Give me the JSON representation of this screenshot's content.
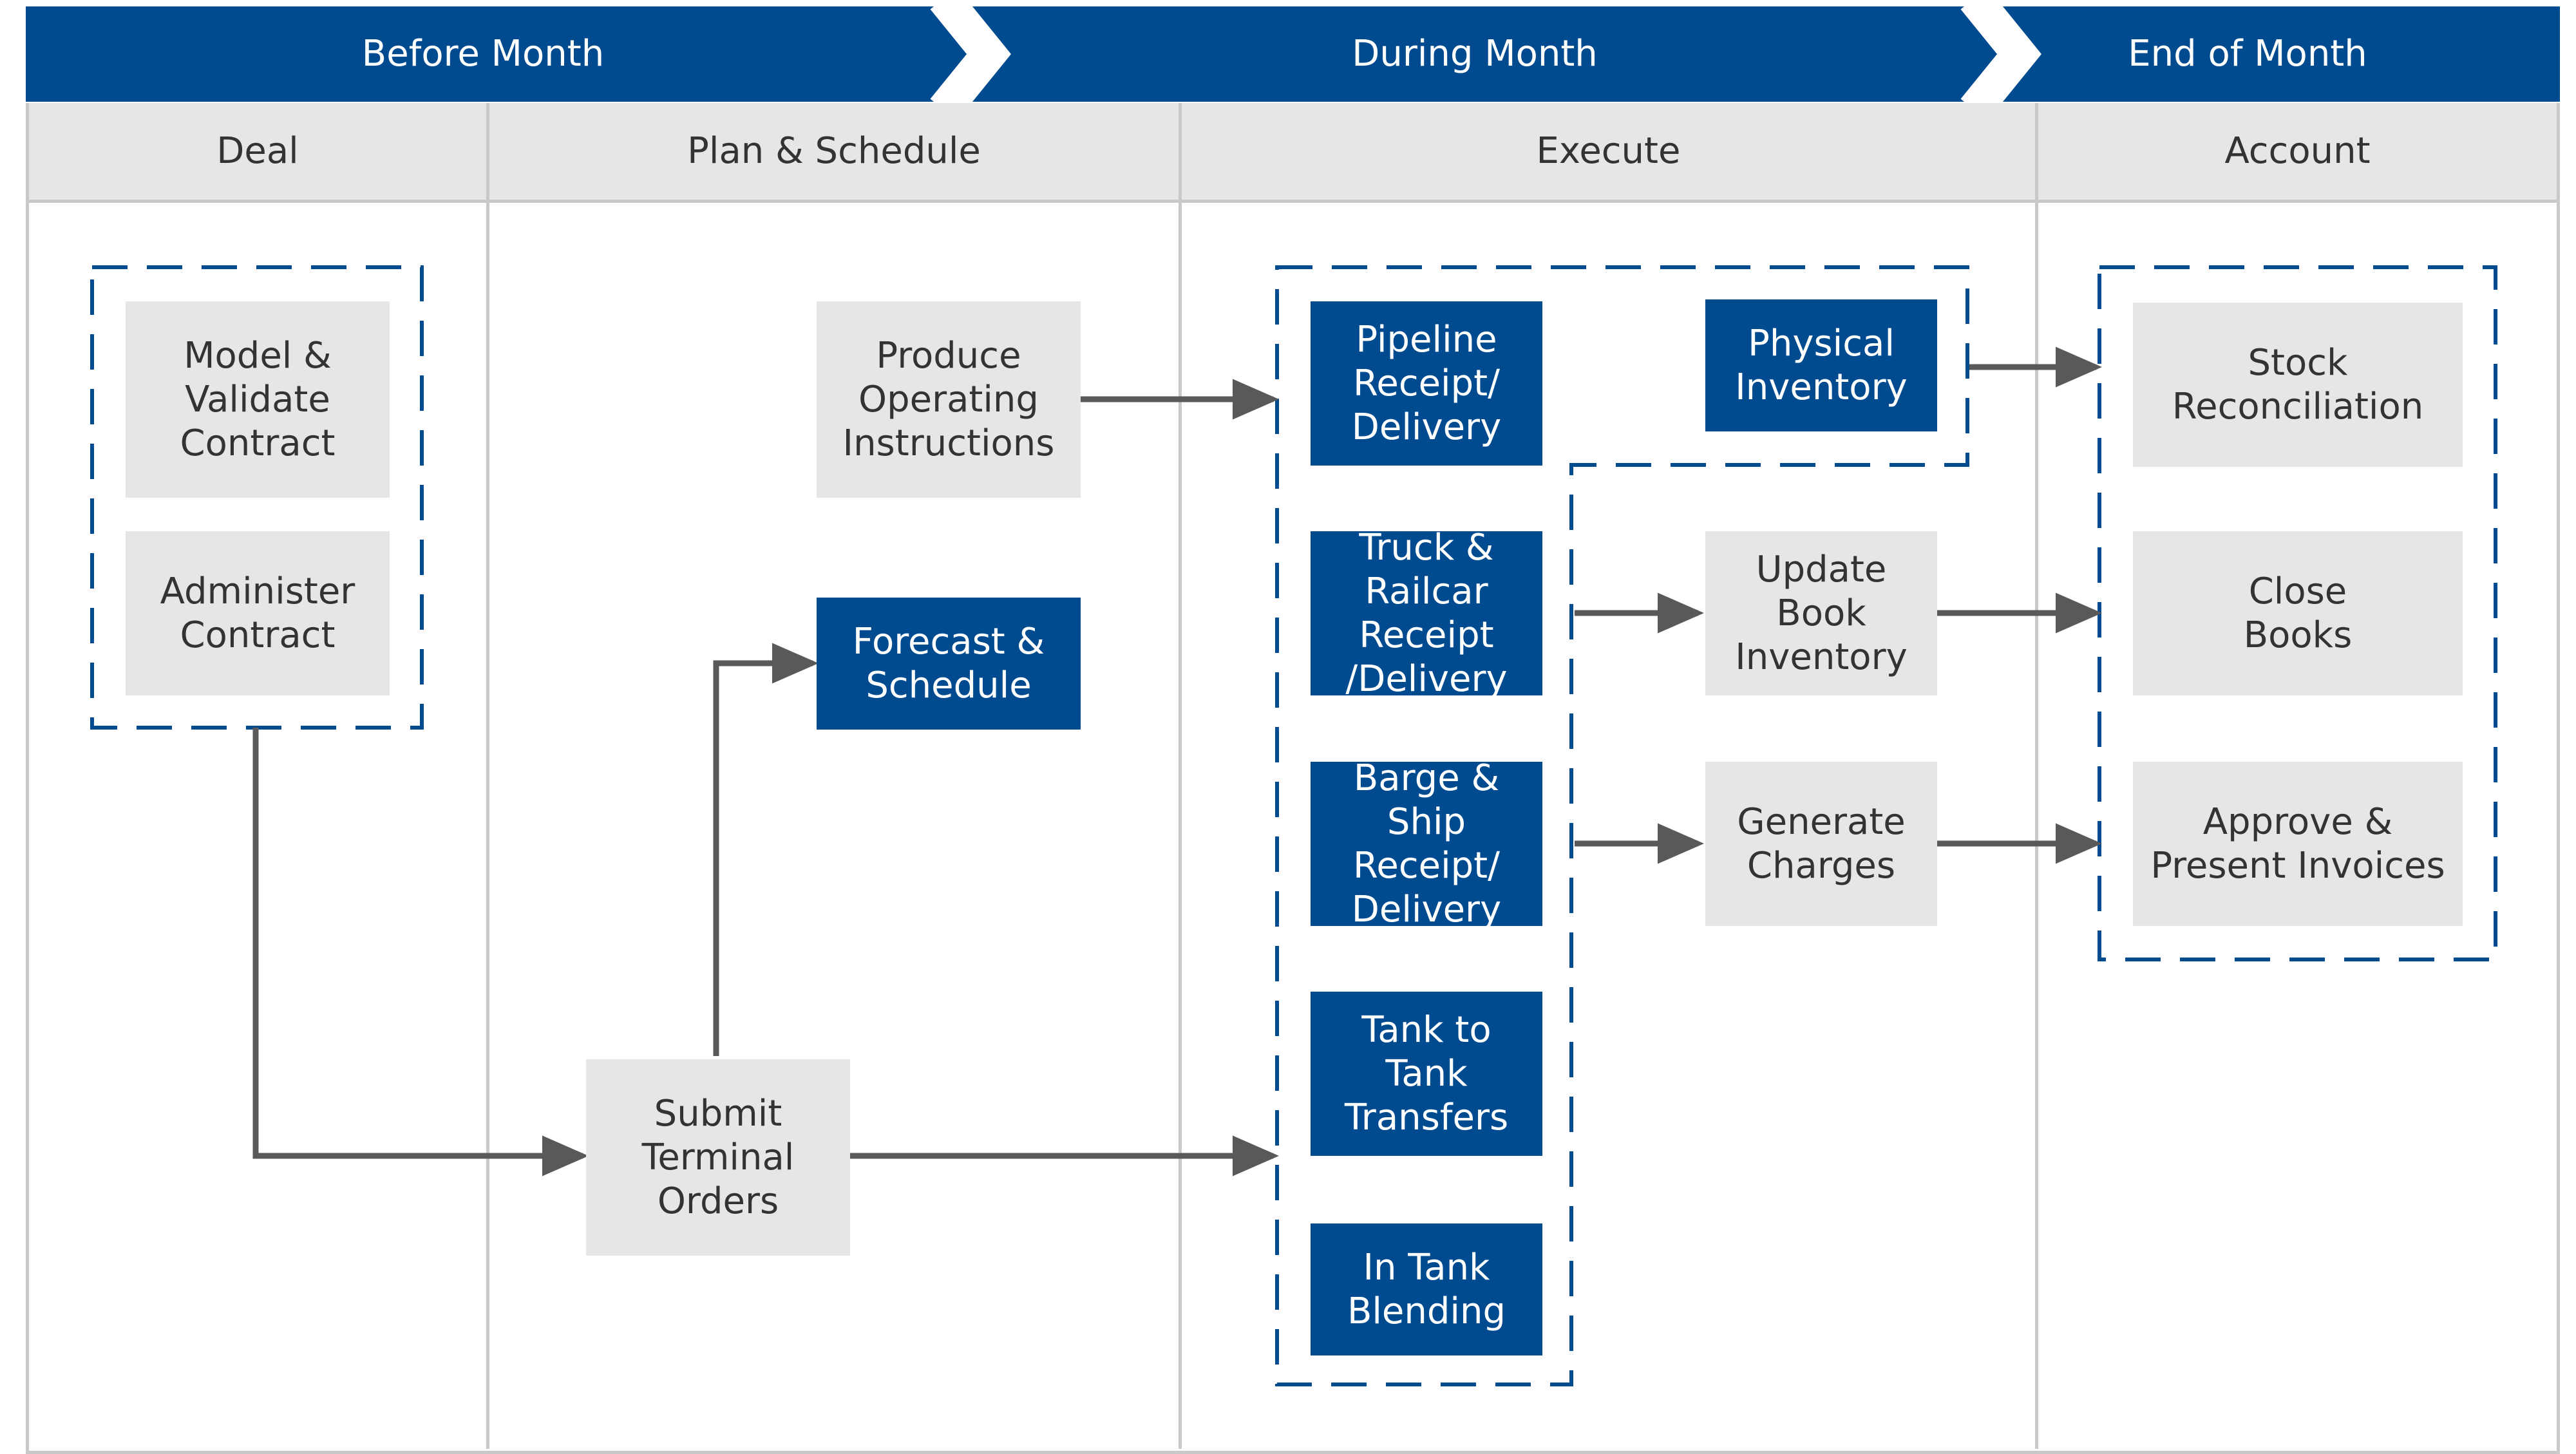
{
  "phases": [
    "Before Month",
    "During Month",
    "End of Month"
  ],
  "lanes": [
    "Deal",
    "Plan & Schedule",
    "Execute",
    "Account"
  ],
  "nodes": {
    "model_validate": "Model &\nValidate\nContract",
    "administer": "Administer\nContract",
    "produce_instructions": "Produce\nOperating\nInstructions",
    "forecast_schedule": "Forecast &\nSchedule",
    "submit_orders": "Submit\nTerminal\nOrders",
    "pipeline": "Pipeline\nReceipt/\nDelivery",
    "truck_railcar": "Truck &\nRailcar Receipt\n/Delivery",
    "barge_ship": "Barge & Ship\nReceipt/\nDelivery",
    "tank_transfers": "Tank to\nTank\nTransfers",
    "in_tank_blending": "In Tank\nBlending",
    "physical_inventory": "Physical\nInventory",
    "update_book": "Update\nBook\nInventory",
    "generate_charges": "Generate\nCharges",
    "stock_reconciliation": "Stock\nReconciliation",
    "close_books": "Close\nBooks",
    "approve_invoices": "Approve &\nPresent Invoices"
  },
  "colors": {
    "primary_blue": "#004a8f",
    "box_gray": "#e6e6e6",
    "arrow_gray": "#595959",
    "divider_gray": "#c9c9c9"
  }
}
